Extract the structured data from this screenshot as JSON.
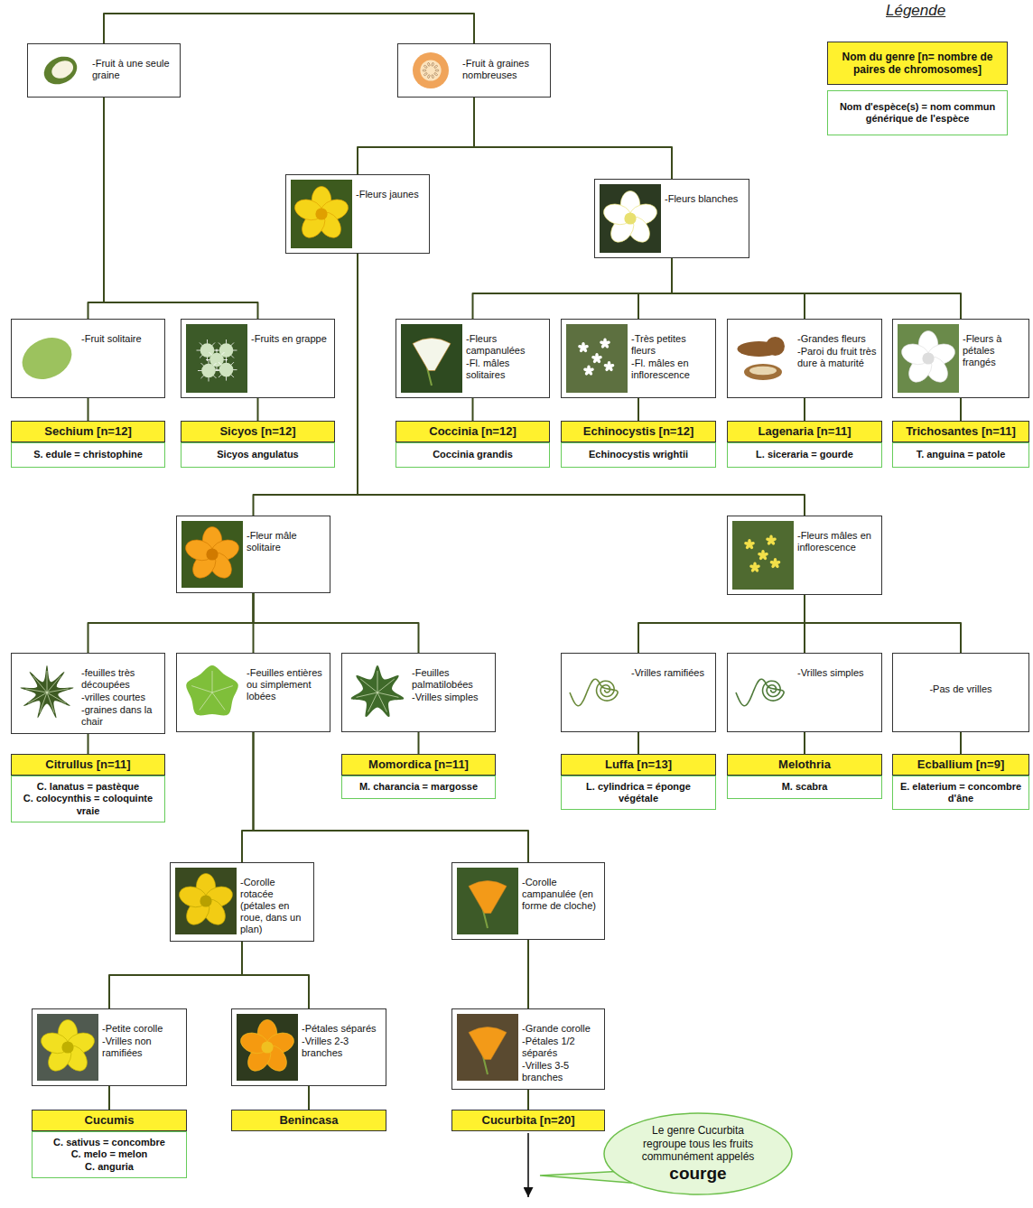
{
  "diagram": {
    "nodes": [
      {
        "text": [
          "-Fruit à une seule graine"
        ]
      },
      {
        "text": [
          "-Fruit à graines nombreuses"
        ]
      },
      {
        "text": [
          "-Fleurs jaunes"
        ]
      },
      {
        "text": [
          "-Fleurs blanches"
        ]
      },
      {
        "text": [
          "-Fruit solitaire"
        ]
      },
      {
        "text": [
          "-Fruits en grappe"
        ]
      },
      {
        "text": [
          "-Fleurs campanulées",
          "-Fl. mâles solitaires"
        ]
      },
      {
        "text": [
          "-Très petites fleurs",
          "-Fl. mâles en inflorescence"
        ]
      },
      {
        "text": [
          "-Grandes fleurs",
          "-Paroi du fruit très dure à maturité"
        ]
      },
      {
        "text": [
          "-Fleurs à pétales frangés"
        ]
      },
      {
        "text": [
          "Sechium [n=12]"
        ]
      },
      {
        "text": [
          "S. edule = christophine"
        ]
      },
      {
        "text": [
          "Sicyos [n=12]"
        ]
      },
      {
        "text": [
          "Sicyos angulatus"
        ]
      },
      {
        "text": [
          "Coccinia [n=12]"
        ]
      },
      {
        "text": [
          "Coccinia grandis"
        ]
      },
      {
        "text": [
          "Echinocystis [n=12]"
        ]
      },
      {
        "text": [
          "Echinocystis wrightii"
        ]
      },
      {
        "text": [
          "Lagenaria [n=11]"
        ]
      },
      {
        "text": [
          "L. siceraria = gourde"
        ]
      },
      {
        "text": [
          "Trichosantes [n=11]"
        ]
      },
      {
        "text": [
          "T. anguina = patole"
        ]
      },
      {
        "text": [
          "-Fleur mâle solitaire"
        ]
      },
      {
        "text": [
          "-Fleurs mâles en inflorescence"
        ]
      },
      {
        "text": [
          "-feuilles très découpées",
          "-vrilles courtes",
          "-graines dans la chair"
        ]
      },
      {
        "text": [
          "-Feuilles entières ou simplement lobées"
        ]
      },
      {
        "text": [
          "-Feuilles palmatilobées",
          "-Vrilles simples"
        ]
      },
      {
        "text": [
          "-Vrilles ramifiées"
        ]
      },
      {
        "text": [
          "-Vrilles simples"
        ]
      },
      {
        "text": [
          "-Pas de vrilles"
        ]
      },
      {
        "text": [
          "Citrullus [n=11]"
        ]
      },
      {
        "text": [
          "C. lanatus = pastèque",
          "C. colocynthis = coloquinte vraie"
        ]
      },
      {
        "text": [
          "Momordica [n=11]"
        ]
      },
      {
        "text": [
          "M. charancia = margosse"
        ]
      },
      {
        "text": [
          "Luffa [n=13]"
        ]
      },
      {
        "text": [
          "L. cylindrica = éponge végétale"
        ]
      },
      {
        "text": [
          "Melothria"
        ]
      },
      {
        "text": [
          "M. scabra"
        ]
      },
      {
        "text": [
          "Ecballium [n=9]"
        ]
      },
      {
        "text": [
          "E. elaterium = concombre d'âne"
        ]
      },
      {
        "text": [
          "-Corolle rotacée (pétales en roue, dans un plan)"
        ]
      },
      {
        "text": [
          "-Corolle campanulée (en forme de cloche)"
        ]
      },
      {
        "text": [
          "-Petite corolle",
          "-Vrilles non ramifiées"
        ]
      },
      {
        "text": [
          "-Pétales séparés",
          "-Vrilles 2-3 branches"
        ]
      },
      {
        "text": [
          "-Grande corolle",
          "-Pétales 1/2 séparés",
          "-Vrilles 3-5 branches"
        ]
      },
      {
        "text": [
          "Cucumis"
        ]
      },
      {
        "text": [
          "C. sativus = concombre",
          "C. melo = melon",
          "C. anguria"
        ]
      },
      {
        "text": [
          "Benincasa"
        ]
      },
      {
        "text": [
          "Cucurbita [n=20]"
        ]
      },
      {
        "text": [
          "Le genre Cucurbita regroupe tous les fruits communément appelés",
          "courge"
        ]
      }
    ],
    "edges": [
      {
        "from": 0,
        "to": 1,
        "arrow": "none"
      },
      {
        "from": 0,
        "to": 4,
        "arrow": "none"
      },
      {
        "from": 0,
        "to": 5,
        "arrow": "none"
      },
      {
        "from": 1,
        "to": 2,
        "arrow": "none"
      },
      {
        "from": 1,
        "to": 3,
        "arrow": "none"
      },
      {
        "from": 3,
        "to": 6,
        "arrow": "none"
      },
      {
        "from": 3,
        "to": 7,
        "arrow": "none"
      },
      {
        "from": 3,
        "to": 8,
        "arrow": "none"
      },
      {
        "from": 3,
        "to": 9,
        "arrow": "none"
      },
      {
        "from": 4,
        "to": 10,
        "arrow": "none"
      },
      {
        "from": 5,
        "to": 12,
        "arrow": "none"
      },
      {
        "from": 6,
        "to": 14,
        "arrow": "none"
      },
      {
        "from": 7,
        "to": 16,
        "arrow": "none"
      },
      {
        "from": 8,
        "to": 18,
        "arrow": "none"
      },
      {
        "from": 9,
        "to": 20,
        "arrow": "none"
      },
      {
        "from": 2,
        "to": 22,
        "arrow": "none"
      },
      {
        "from": 2,
        "to": 23,
        "arrow": "none"
      },
      {
        "from": 22,
        "to": 24,
        "arrow": "none"
      },
      {
        "from": 22,
        "to": 25,
        "arrow": "none"
      },
      {
        "from": 22,
        "to": 26,
        "arrow": "none"
      },
      {
        "from": 23,
        "to": 27,
        "arrow": "none"
      },
      {
        "from": 23,
        "to": 28,
        "arrow": "none"
      },
      {
        "from": 23,
        "to": 29,
        "arrow": "none"
      },
      {
        "from": 24,
        "to": 30,
        "arrow": "none"
      },
      {
        "from": 26,
        "to": 32,
        "arrow": "none"
      },
      {
        "from": 27,
        "to": 34,
        "arrow": "none"
      },
      {
        "from": 28,
        "to": 36,
        "arrow": "none"
      },
      {
        "from": 29,
        "to": 38,
        "arrow": "none"
      },
      {
        "from": 25,
        "to": 40,
        "arrow": "none"
      },
      {
        "from": 25,
        "to": 41,
        "arrow": "none"
      },
      {
        "from": 40,
        "to": 42,
        "arrow": "none"
      },
      {
        "from": 40,
        "to": 43,
        "arrow": "none"
      },
      {
        "from": 41,
        "to": 44,
        "arrow": "none"
      },
      {
        "from": 42,
        "to": 45,
        "arrow": "none"
      },
      {
        "from": 43,
        "to": 47,
        "arrow": "none"
      },
      {
        "from": 44,
        "to": 48,
        "arrow": "none"
      }
    ],
    "labels": [
      "Légende"
    ],
    "legend": [
      {
        "text": "Nom du genre [n= nombre de paires de chromosomes]",
        "color": "#fff12e"
      },
      {
        "text": "Nom d'espèce(s) = nom commun générique de l'espèce"
      }
    ]
  }
}
